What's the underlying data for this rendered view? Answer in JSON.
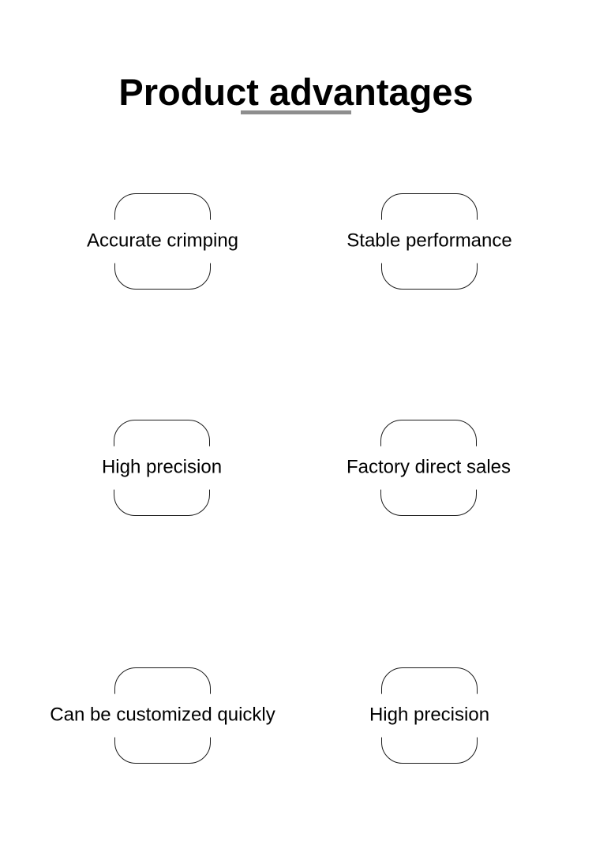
{
  "header": {
    "title": "Product advantages"
  },
  "features": [
    {
      "label": "Accurate crimping"
    },
    {
      "label": "Stable performance"
    },
    {
      "label": "High precision"
    },
    {
      "label": "Factory direct sales"
    },
    {
      "label": "Can be customized quickly"
    },
    {
      "label": "High precision"
    }
  ],
  "colors": {
    "background": "#ffffff",
    "text": "#000000",
    "divider": "#8e8e8e",
    "frame_border": "#1c1c1c"
  }
}
